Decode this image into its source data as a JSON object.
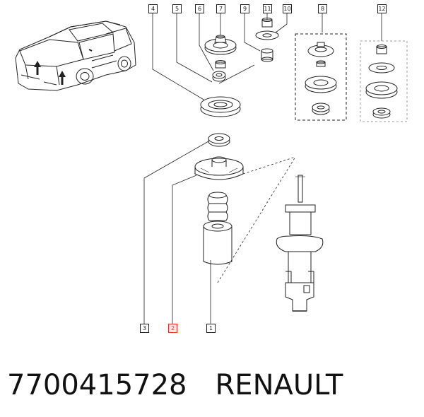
{
  "diagram": {
    "callouts": [
      {
        "id": "callout-4",
        "label": "4"
      },
      {
        "id": "callout-5",
        "label": "5"
      },
      {
        "id": "callout-6",
        "label": "6"
      },
      {
        "id": "callout-7",
        "label": "7"
      },
      {
        "id": "callout-9",
        "label": "9"
      },
      {
        "id": "callout-11",
        "label": "11"
      },
      {
        "id": "callout-10",
        "label": "10"
      },
      {
        "id": "callout-8",
        "label": "8"
      },
      {
        "id": "callout-12",
        "label": "12"
      },
      {
        "id": "callout-3",
        "label": "3"
      },
      {
        "id": "callout-2",
        "label": "2"
      },
      {
        "id": "callout-1",
        "label": "1"
      }
    ],
    "highlight_color": "#e03030"
  },
  "caption": {
    "part_number": "7700415728",
    "brand": "RENAULT"
  }
}
